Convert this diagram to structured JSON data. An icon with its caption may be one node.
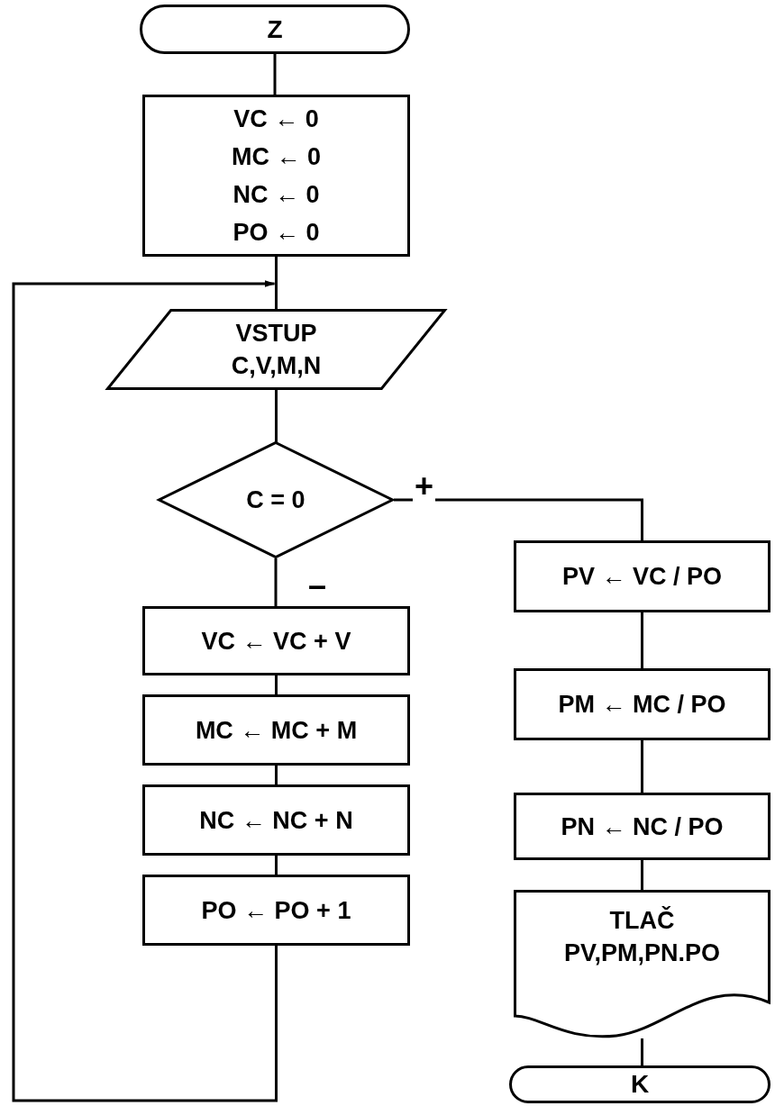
{
  "diagram": {
    "nodes": [
      {
        "text": [
          "Z"
        ]
      },
      {
        "text": [
          "VC ← 0",
          "MC ← 0",
          "NC ← 0",
          "PO ← 0"
        ]
      },
      {
        "text": [
          "VSTUP",
          "C,V,M,N"
        ]
      },
      {
        "text": [
          "C = 0"
        ]
      },
      {
        "text": [
          "VC ← VC + V"
        ]
      },
      {
        "text": [
          "MC ← MC + M"
        ]
      },
      {
        "text": [
          "NC ← NC + N"
        ]
      },
      {
        "text": [
          "PO ← PO + 1"
        ]
      },
      {
        "text": [
          "PV ← VC / PO"
        ]
      },
      {
        "text": [
          "PM ← MC / PO"
        ]
      },
      {
        "text": [
          "PN ← NC / PO"
        ]
      },
      {
        "text": [
          "TLAČ",
          "PV,PM,PN.PO"
        ]
      },
      {
        "text": [
          "K"
        ]
      }
    ],
    "edges": [
      {
        "from": 0,
        "to": 1,
        "arrow": "none"
      },
      {
        "from": 1,
        "to": 2,
        "arrow": "none"
      },
      {
        "from": 2,
        "to": 3,
        "arrow": "none"
      },
      {
        "from": 3,
        "to": 4,
        "arrow": "none",
        "label": "–"
      },
      {
        "from": 3,
        "to": 8,
        "arrow": "none",
        "label": "+"
      },
      {
        "from": 4,
        "to": 5,
        "arrow": "none"
      },
      {
        "from": 5,
        "to": 6,
        "arrow": "none"
      },
      {
        "from": 6,
        "to": 7,
        "arrow": "none"
      },
      {
        "from": 7,
        "to": 2,
        "arrow": "to"
      },
      {
        "from": 8,
        "to": 9,
        "arrow": "none"
      },
      {
        "from": 9,
        "to": 10,
        "arrow": "none"
      },
      {
        "from": 10,
        "to": 11,
        "arrow": "none"
      },
      {
        "from": 11,
        "to": 12,
        "arrow": "none"
      }
    ]
  }
}
